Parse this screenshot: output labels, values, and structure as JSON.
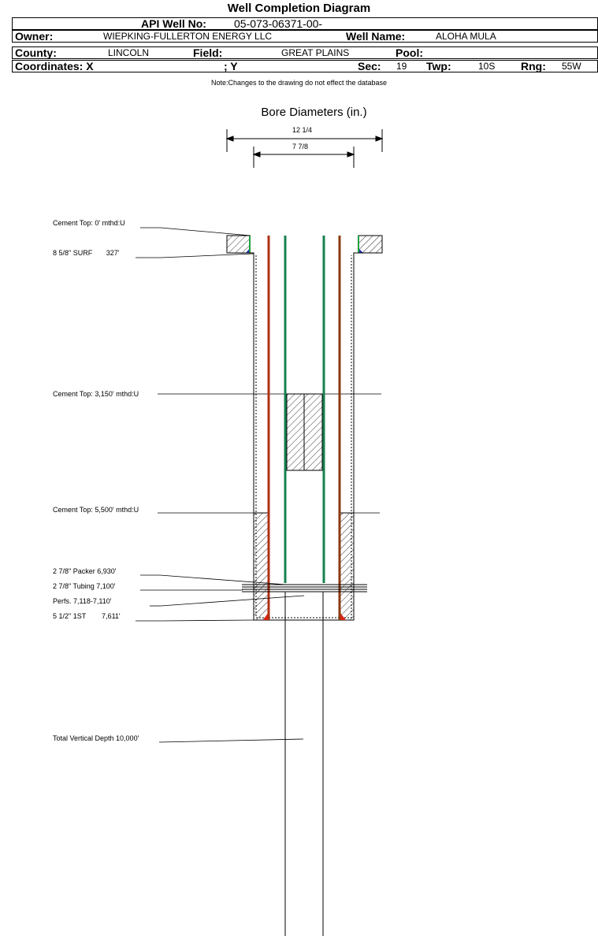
{
  "header": {
    "title": "Well Completion Diagram",
    "api_label": "API Well No:",
    "api_value": "05-073-06371-00-",
    "owner_label": "Owner:",
    "owner_value": "WIEPKING-FULLERTON ENERGY LLC",
    "well_name_label": "Well Name:",
    "well_name_value": "ALOHA MULA",
    "county_label": "County:",
    "county_value": "LINCOLN",
    "field_label": "Field:",
    "field_value": "GREAT PLAINS",
    "pool_label": "Pool:",
    "pool_value": "",
    "coords_label": "Coordinates: X",
    "coords_y": "; Y",
    "sec_label": "Sec:",
    "sec_value": "19",
    "twp_label": "Twp:",
    "twp_value": "10S",
    "rng_label": "Rng:",
    "rng_value": "55W"
  },
  "note": "Note:Changes to the drawing do not effect the database",
  "bore": {
    "title": "Bore Diameters (in.)",
    "diameters": [
      "12 1/4",
      "7 7/8"
    ]
  },
  "annotations": {
    "cement_top_1": "Cement Top: 0' mthd:U",
    "surface_casing": "8 5/8\" SURF       327'",
    "cement_top_2": "Cement Top: 3,150' mthd:U",
    "cement_top_3": "Cement Top: 5,500' mthd:U",
    "packer": "2 7/8\" Packer 6,930'",
    "tubing": "2 7/8\" Tubing 7,100'",
    "perfs": "Perfs. 7,118-7,110'",
    "production_casing": "5 1/2\" 1ST        7,611'",
    "total_depth": "Total Vertical Depth 10,000'"
  },
  "colors": {
    "casing_outer": "#b03010",
    "tubing": "#188050",
    "cement_base_blue": "#2030c0",
    "cement_base_red": "#e02010",
    "surface_green": "#20a040"
  }
}
